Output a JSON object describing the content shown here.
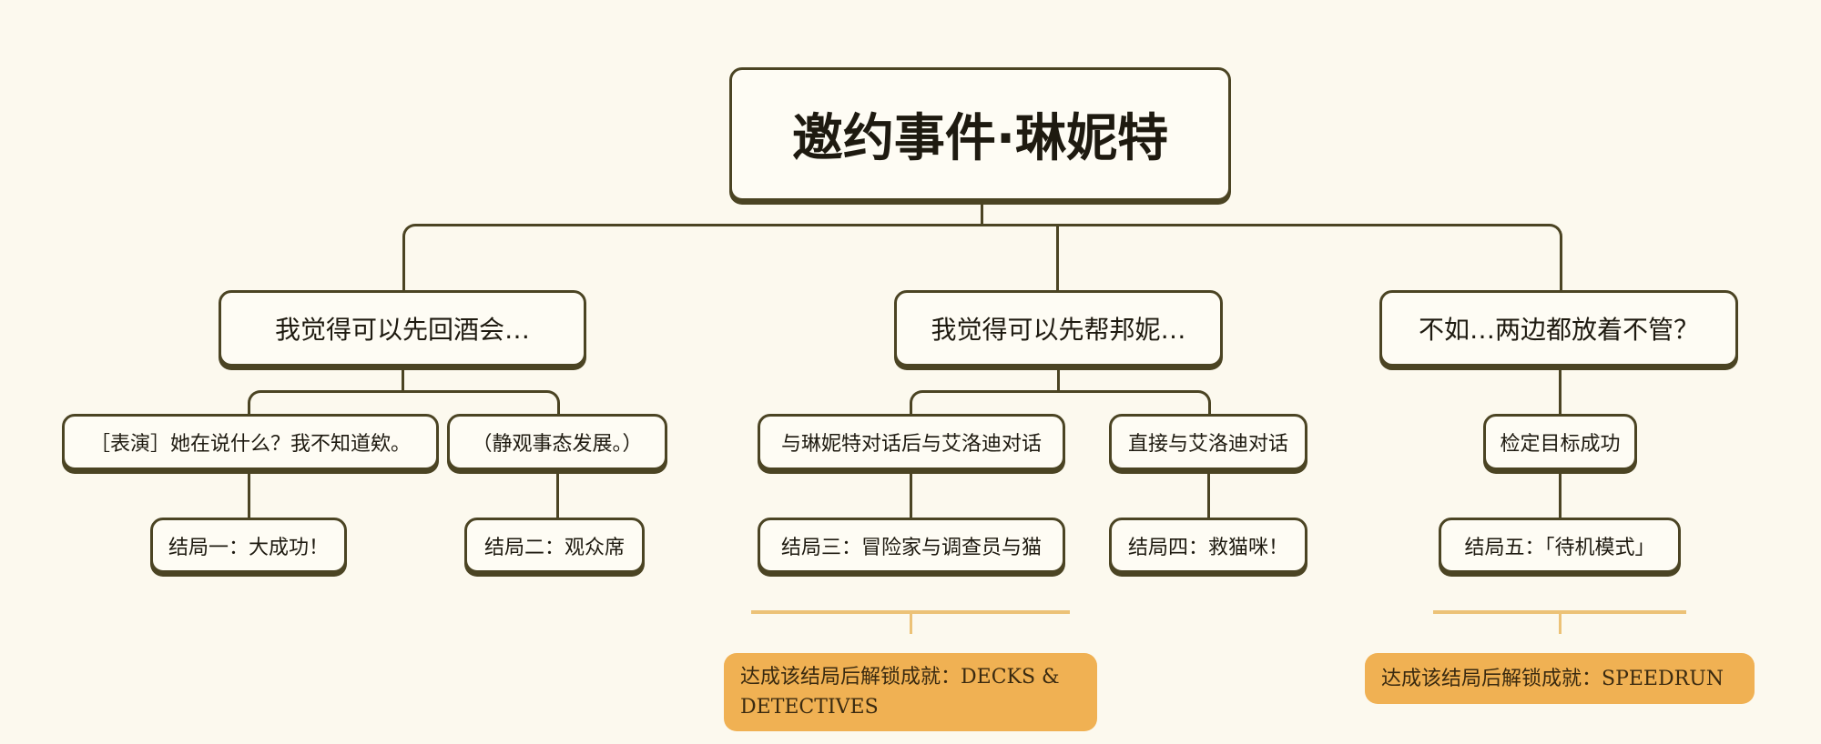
{
  "title": "邀约事件·琳妮特",
  "choices": [
    {
      "label": "我觉得可以先回酒会…"
    },
    {
      "label": "我觉得可以先帮邦妮…"
    },
    {
      "label": "不如…两边都放着不管？"
    }
  ],
  "steps": [
    {
      "label": "［表演］她在说什么？我不知道欸。"
    },
    {
      "label": "（静观事态发展。）"
    },
    {
      "label": "与琳妮特对话后与艾洛迪对话"
    },
    {
      "label": "直接与艾洛迪对话"
    },
    {
      "label": "检定目标成功"
    }
  ],
  "endings": [
    {
      "label": "结局一：大成功！"
    },
    {
      "label": "结局二：观众席"
    },
    {
      "label": "结局三：冒险家与调查员与猫"
    },
    {
      "label": "结局四：救猫咪！"
    },
    {
      "label": "结局五：「待机模式」"
    }
  ],
  "achievements": [
    {
      "label": "达成该结局后解锁成就：DECKS & DETECTIVES"
    },
    {
      "label": "达成该结局后解锁成就：SPEEDRUN"
    }
  ],
  "colors": {
    "line": "#4b4423",
    "achievement": "#f0b153",
    "background": "#fcf9ee"
  }
}
